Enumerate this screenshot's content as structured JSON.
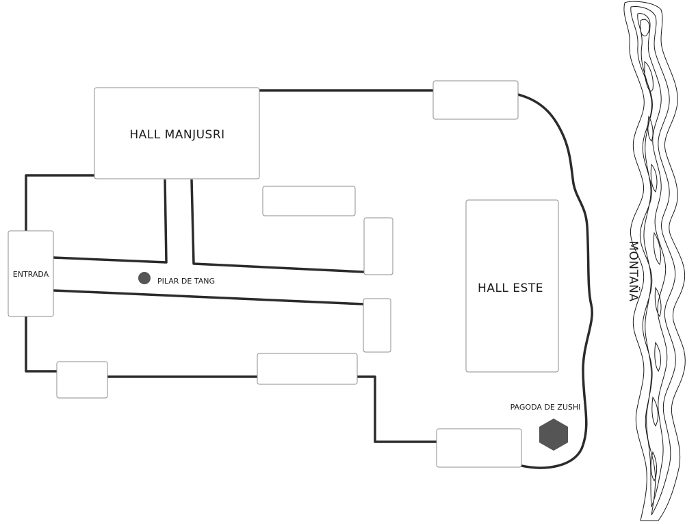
{
  "map": {
    "labels": {
      "hall_manjusri": "HALL MANJUSRI",
      "entrada": "ENTRADA",
      "pilar": "PILAR DE TANG",
      "hall_este": "HALL ESTE",
      "pagoda": "PAGODA DE ZUSHI",
      "montana": "MONTAÑA"
    },
    "colors": {
      "wall": "#2b2b2b",
      "building_outline": "#8c8c8c",
      "marker": "#555555"
    },
    "icons": {
      "pilar_marker": "filled-circle",
      "pagoda_marker": "filled-hexagon"
    }
  }
}
